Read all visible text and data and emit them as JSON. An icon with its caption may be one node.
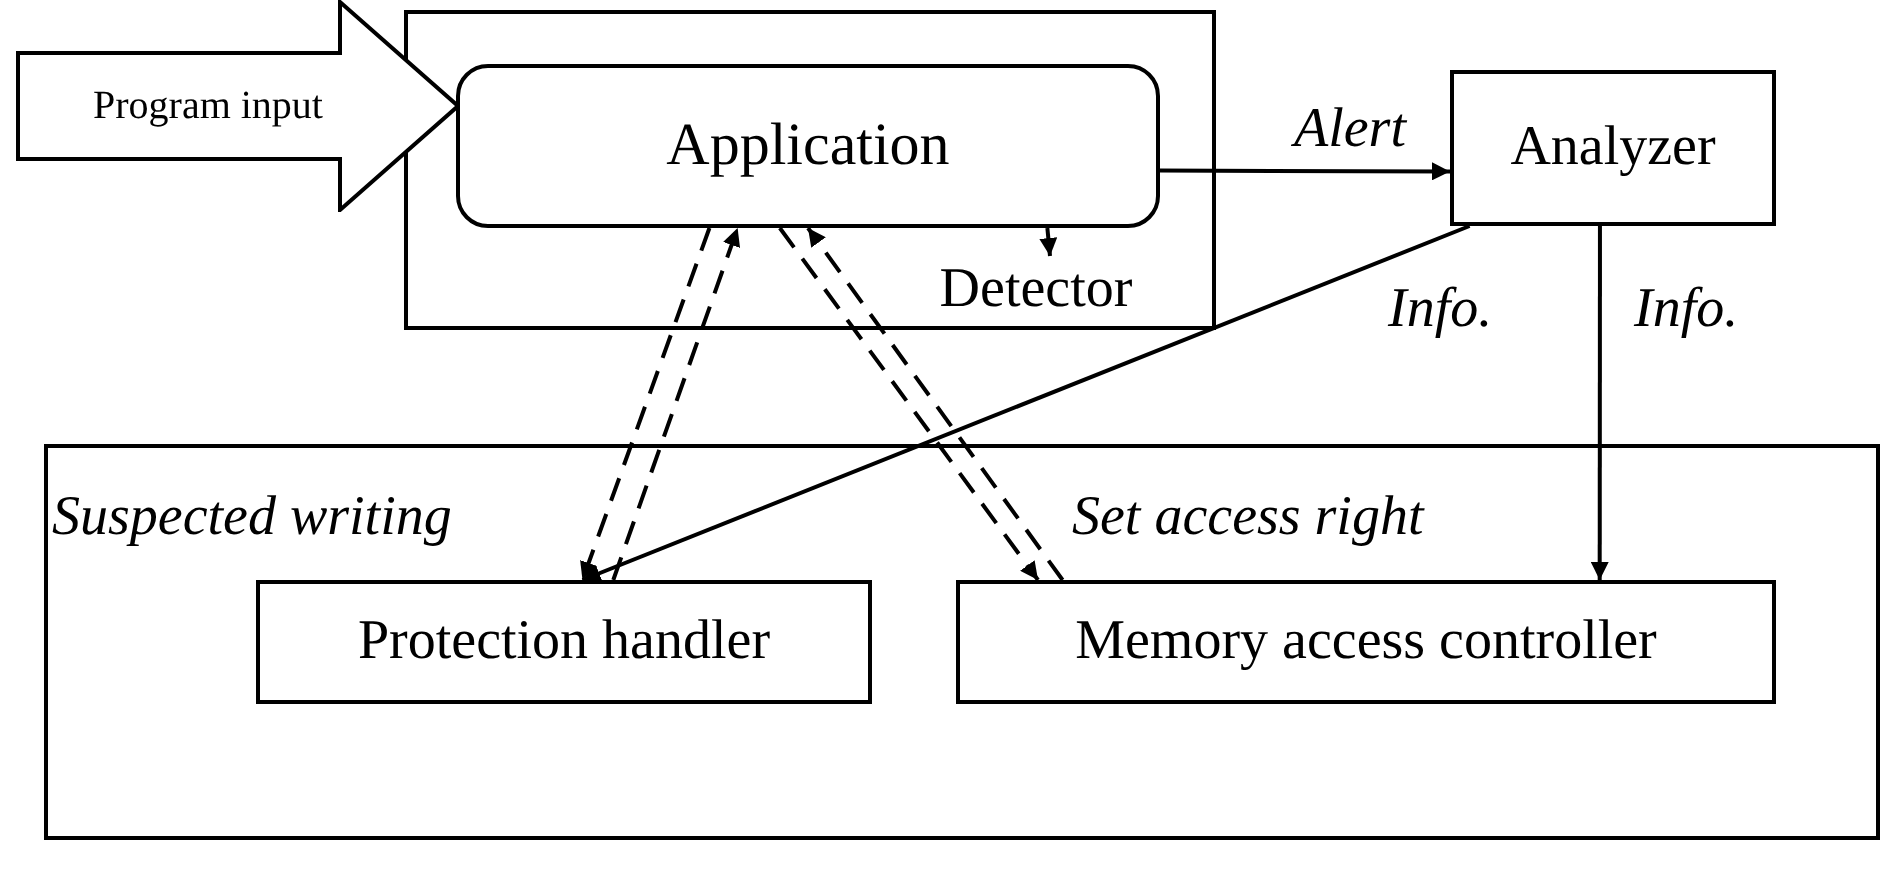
{
  "diagram": {
    "nodes": [
      {
        "text": [],
        "shape": "box"
      },
      {
        "text": [
          "Application"
        ],
        "in": 0
      },
      {
        "text": [
          "Detector"
        ],
        "in": 0
      },
      {
        "text": [
          "Program input"
        ]
      },
      {
        "text": [
          "Analyzer"
        ]
      },
      {
        "text": [],
        "shape": "box"
      },
      {
        "text": [
          "Protection handler"
        ],
        "in": 5
      },
      {
        "text": [
          "Memory access controller"
        ],
        "in": 5
      }
    ],
    "edges": [
      {
        "from": 1,
        "to": 2,
        "arrow": "to"
      },
      {
        "from": 1,
        "to": 4,
        "arrow": "to",
        "label": "Alert"
      },
      {
        "from": 4,
        "to": 6,
        "arrow": "to",
        "label": "Info."
      },
      {
        "from": 4,
        "to": 7,
        "arrow": "to",
        "label": "Info."
      },
      {
        "from": 1,
        "to": 6,
        "arrow": "to",
        "style": "dashed"
      },
      {
        "from": 6,
        "to": 1,
        "arrow": "to",
        "style": "dashed"
      },
      {
        "from": 1,
        "to": 7,
        "arrow": "to",
        "style": "dashed"
      },
      {
        "from": 7,
        "to": 1,
        "arrow": "to",
        "style": "dashed"
      }
    ],
    "labels": [
      "Suspected writing",
      "Set access right"
    ]
  }
}
